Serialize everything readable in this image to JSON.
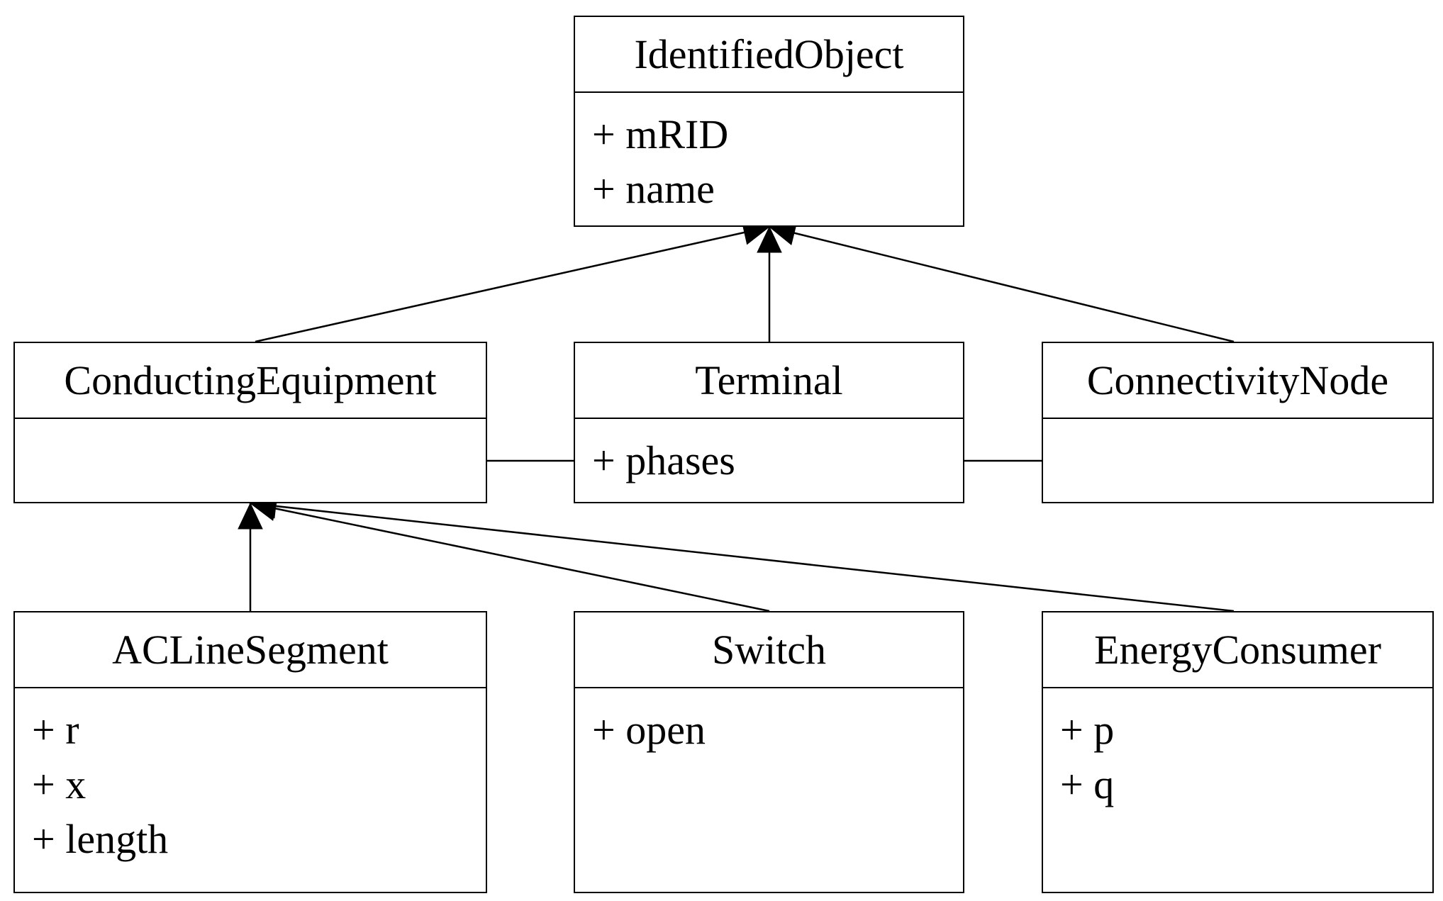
{
  "diagram": {
    "classes": [
      {
        "id": "identified-object",
        "name": "IdentifiedObject",
        "attributes": [
          "+ mRID",
          "+ name"
        ]
      },
      {
        "id": "conducting-equipment",
        "name": "ConductingEquipment",
        "attributes": []
      },
      {
        "id": "terminal",
        "name": "Terminal",
        "attributes": [
          "+ phases"
        ]
      },
      {
        "id": "connectivity-node",
        "name": "ConnectivityNode",
        "attributes": []
      },
      {
        "id": "ac-line-segment",
        "name": "ACLineSegment",
        "attributes": [
          "+ r",
          "+ x",
          "+ length"
        ]
      },
      {
        "id": "switch",
        "name": "Switch",
        "attributes": [
          "+ open"
        ]
      },
      {
        "id": "energy-consumer",
        "name": "EnergyConsumer",
        "attributes": [
          "+ p",
          "+ q"
        ]
      }
    ],
    "generalizations": [
      {
        "from": "conducting-equipment",
        "to": "identified-object"
      },
      {
        "from": "terminal",
        "to": "identified-object"
      },
      {
        "from": "connectivity-node",
        "to": "identified-object"
      },
      {
        "from": "ac-line-segment",
        "to": "conducting-equipment"
      },
      {
        "from": "switch",
        "to": "conducting-equipment"
      },
      {
        "from": "energy-consumer",
        "to": "conducting-equipment"
      }
    ],
    "associations": [
      {
        "from": "conducting-equipment",
        "to": "terminal"
      },
      {
        "from": "terminal",
        "to": "connectivity-node"
      }
    ],
    "colors": {
      "line": "#000000",
      "fill": "#ffffff",
      "text": "#000000"
    }
  }
}
